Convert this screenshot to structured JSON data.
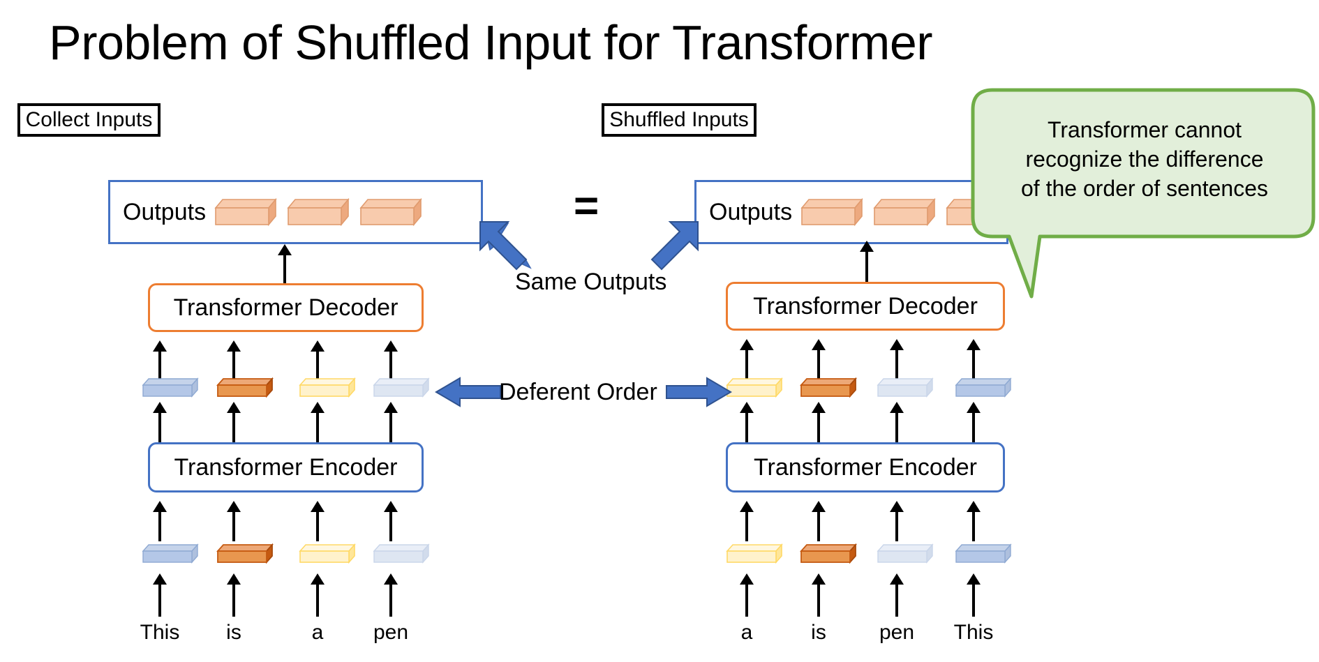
{
  "slide": {
    "title": "Problem of Shuffled Input for Transformer",
    "background_color": "#FFFFFF"
  },
  "colors": {
    "blue_outline": "#4472C4",
    "orange_outline": "#ED7D31",
    "green_outline": "#70AD47",
    "green_fill": "#E2EFDA",
    "arrow_blue": "#4472C4",
    "black": "#000000",
    "token_blue_top": "#B4C7E7",
    "token_blue_front": "#A8BCDF",
    "token_orange_top": "#ED9A5E",
    "token_orange_front": "#C55A11",
    "token_yellow_top": "#FFF2CC",
    "token_yellow_front": "#FFE699",
    "token_paleblue_top": "#DEE6F2",
    "token_paleblue_front": "#D2DCEC",
    "output_block_top": "#F8CBAD",
    "output_block_front": "#F4B183"
  },
  "captions": {
    "collect_inputs": "Collect Inputs",
    "shuffled_inputs": "Shuffled Inputs"
  },
  "left_column": {
    "outputs_label": "Outputs",
    "output_block_count": 3,
    "decoder_label": "Transformer Decoder",
    "encoder_label": "Transformer Encoder",
    "tokens": [
      "blue",
      "orange",
      "yellow",
      "paleblue"
    ],
    "words": [
      "This",
      "is",
      "a",
      "pen"
    ]
  },
  "right_column": {
    "outputs_label": "Outputs",
    "output_block_count": 3,
    "decoder_label": "Transformer Decoder",
    "encoder_label": "Transformer Encoder",
    "tokens": [
      "yellow",
      "orange",
      "paleblue",
      "blue"
    ],
    "words": [
      "a",
      "is",
      "pen",
      "This"
    ]
  },
  "middle": {
    "equals_sign": "=",
    "same_outputs_label": "Same Outputs",
    "deferent_order_label": "Deferent Order"
  },
  "callout": {
    "line1": "Transformer cannot",
    "line2": "recognize the difference",
    "line3": "of the order of sentences"
  }
}
